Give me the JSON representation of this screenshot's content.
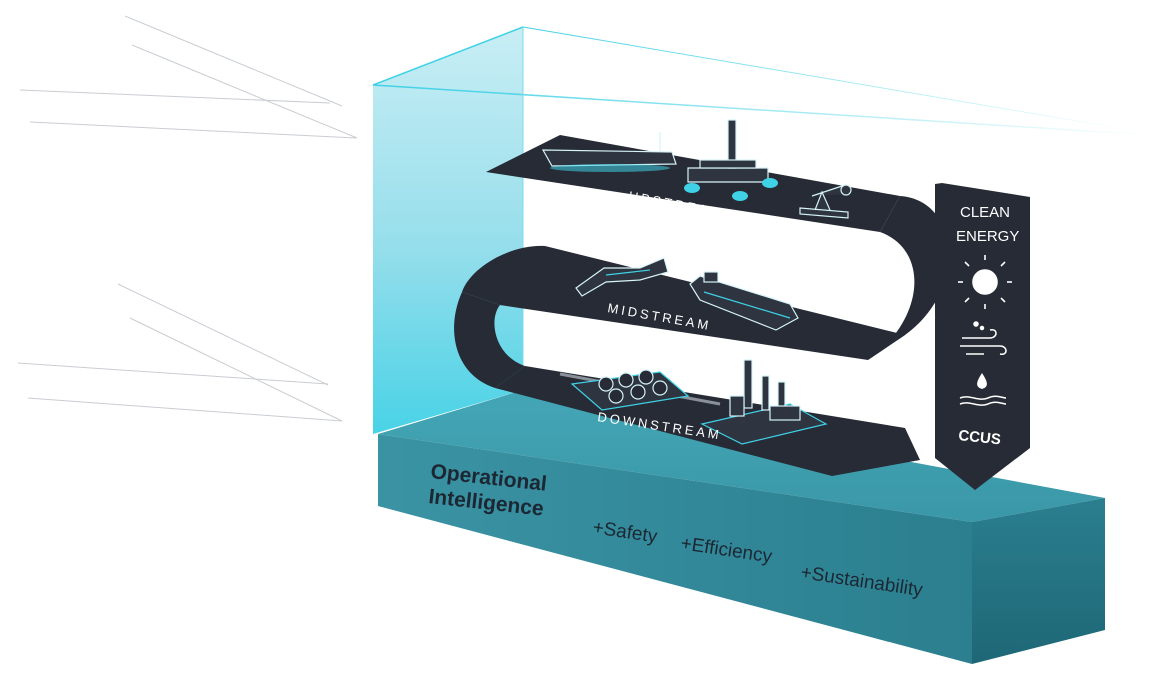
{
  "diagram": {
    "segments": [
      "UPSTREAM",
      "MIDSTREAM",
      "DOWNSTREAM"
    ],
    "clean_energy": {
      "title_line1": "CLEAN",
      "title_line2": "ENERGY",
      "icons": [
        "sun-icon",
        "wind-icon",
        "water-drop-icon"
      ],
      "bottom_label": "CCUS"
    },
    "base": {
      "title_line1": "Operational",
      "title_line2": "Intelligence",
      "benefits": [
        "+Safety",
        "+Efficiency",
        "+Sustainability"
      ]
    },
    "colors": {
      "ribbon": "#262b35",
      "glass": "#43d0e4",
      "base_front": "#348c9c",
      "base_top": "#3f9eae",
      "accent": "#3fd1e6"
    }
  }
}
